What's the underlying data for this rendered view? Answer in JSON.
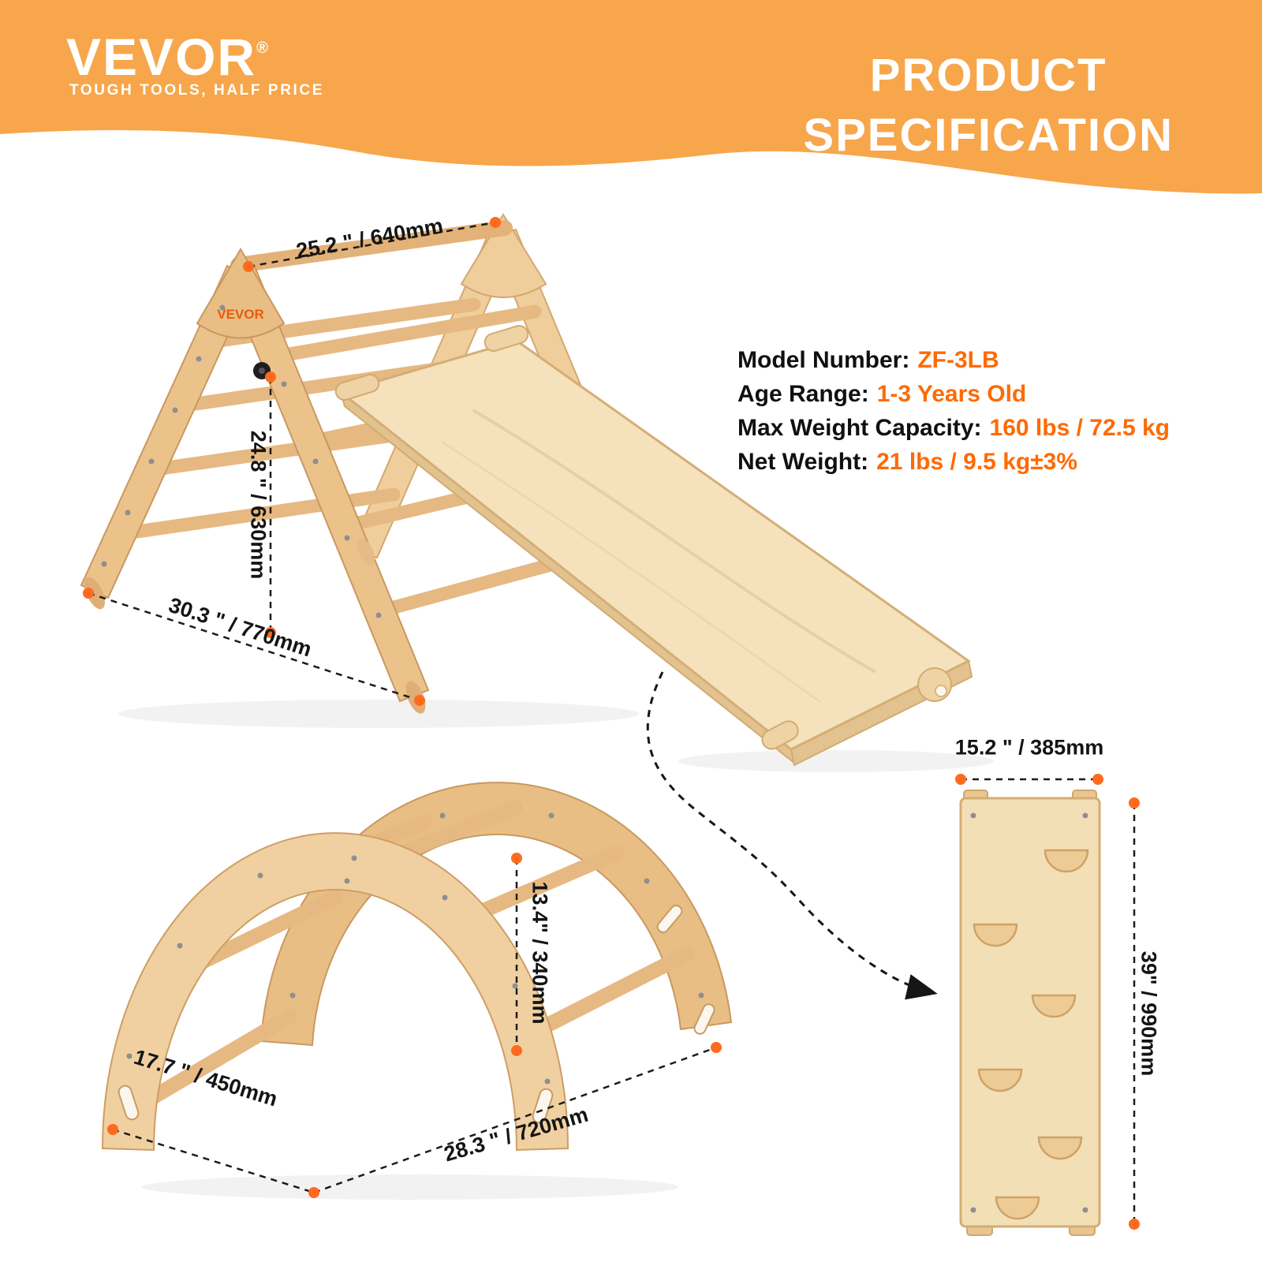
{
  "header": {
    "brand": "VEVOR",
    "registered": "®",
    "tagline": "TOUGH TOOLS, HALF PRICE",
    "title_line1": "PRODUCT",
    "title_line2": "SPECIFICATION"
  },
  "specs": [
    {
      "label": "Model Number:",
      "value": "ZF-3LB"
    },
    {
      "label": "Age Range:",
      "value": "1-3 Years Old"
    },
    {
      "label": "Max Weight Capacity:",
      "value": "160 lbs / 72.5 kg"
    },
    {
      "label": "Net Weight:",
      "value": "21 lbs / 9.5 kg±3%"
    }
  ],
  "dimensions": {
    "triangle": {
      "top_width": "25.2 \" / 640mm",
      "height": "24.8 \" / 630mm",
      "depth": "30.3 \" / 770mm",
      "panel_logo": "VEVOR"
    },
    "arch": {
      "depth": "17.7 \" / 450mm",
      "height": "13.4\" / 340mm",
      "width": "28.3 \" / 720mm"
    },
    "ramp": {
      "width": "15.2 \" / 385mm",
      "height": "39\" / 990mm"
    }
  },
  "icons": {
    "pointer_arrow": "curved-dashed-arrow",
    "dimension_marker": "orange-dot"
  },
  "colors": {
    "header_orange": "#F7A64B",
    "value_orange": "#FF6A00",
    "dimension_dot": "#FF6A1E",
    "wood_light": "#F3DFB6",
    "wood_mid": "#ECC28B"
  }
}
